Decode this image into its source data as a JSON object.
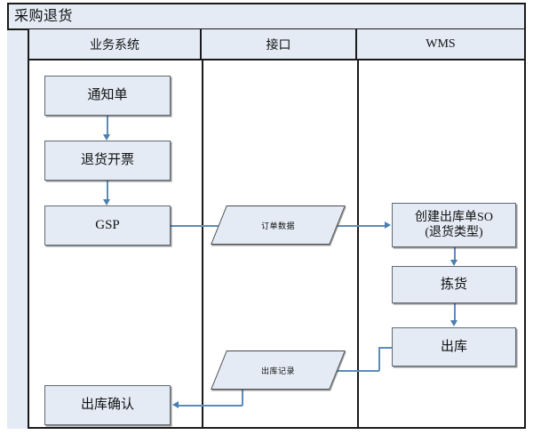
{
  "diagram": {
    "title": "采购退货",
    "type": "swimlane-flowchart",
    "lanes": [
      {
        "id": "lane-business",
        "label": "业务系统"
      },
      {
        "id": "lane-interface",
        "label": "接口"
      },
      {
        "id": "lane-wms",
        "label": "WMS"
      }
    ],
    "nodes": [
      {
        "id": "node-notice",
        "lane": "lane-business",
        "shape": "process",
        "label": "通知单"
      },
      {
        "id": "node-invoice",
        "lane": "lane-business",
        "shape": "process",
        "label": "退货开票"
      },
      {
        "id": "node-gsp",
        "lane": "lane-business",
        "shape": "process",
        "label": "GSP"
      },
      {
        "id": "node-order-data",
        "lane": "lane-interface",
        "shape": "data",
        "label": "订单数据"
      },
      {
        "id": "node-create-so",
        "lane": "lane-wms",
        "shape": "process",
        "label_line1": "创建出库单SO",
        "label_line2": "(退货类型)"
      },
      {
        "id": "node-picking",
        "lane": "lane-wms",
        "shape": "process",
        "label": "拣货"
      },
      {
        "id": "node-outbound",
        "lane": "lane-wms",
        "shape": "process",
        "label": "出库"
      },
      {
        "id": "node-out-record",
        "lane": "lane-interface",
        "shape": "data",
        "label": "出库记录"
      },
      {
        "id": "node-out-confirm",
        "lane": "lane-business",
        "shape": "process",
        "label": "出库确认"
      }
    ],
    "edges": [
      {
        "from": "node-notice",
        "to": "node-invoice",
        "direction": "down"
      },
      {
        "from": "node-invoice",
        "to": "node-gsp",
        "direction": "down"
      },
      {
        "from": "node-gsp",
        "to": "node-order-data",
        "direction": "right"
      },
      {
        "from": "node-order-data",
        "to": "node-create-so",
        "direction": "right"
      },
      {
        "from": "node-create-so",
        "to": "node-picking",
        "direction": "down"
      },
      {
        "from": "node-picking",
        "to": "node-outbound",
        "direction": "down"
      },
      {
        "from": "node-outbound",
        "to": "node-out-record",
        "direction": "left"
      },
      {
        "from": "node-out-record",
        "to": "node-out-confirm",
        "direction": "left"
      }
    ],
    "colors": {
      "node_fill": "#e4ebf5",
      "node_border": "#5f6a74",
      "frame_border": "#1a1a1a",
      "header_fill": "#e4ebf5",
      "connector": "#5b8db8",
      "arrowhead": "#4a7fae",
      "page_background": "#ffffff",
      "text": "#111111"
    }
  }
}
